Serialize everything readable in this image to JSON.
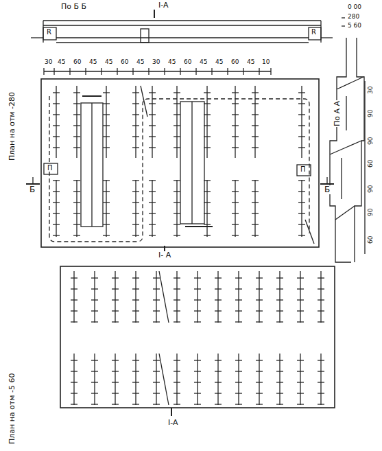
{
  "diagram": {
    "labels": [
      "По Б Б",
      "I-A",
      "R",
      "R",
      "30",
      "45",
      "60",
      "45",
      "45",
      "60",
      "45",
      "30",
      "45",
      "60",
      "45",
      "45",
      "60",
      "45",
      "10",
      "План на отм -280",
      "Б",
      "Б",
      "П",
      "П",
      "0 00",
      "280",
      "5 60",
      "По А А",
      "30",
      "90",
      "90",
      "60",
      "90",
      "90",
      "60",
      "I- A",
      "План на отм -5 60",
      "I-A"
    ]
  }
}
